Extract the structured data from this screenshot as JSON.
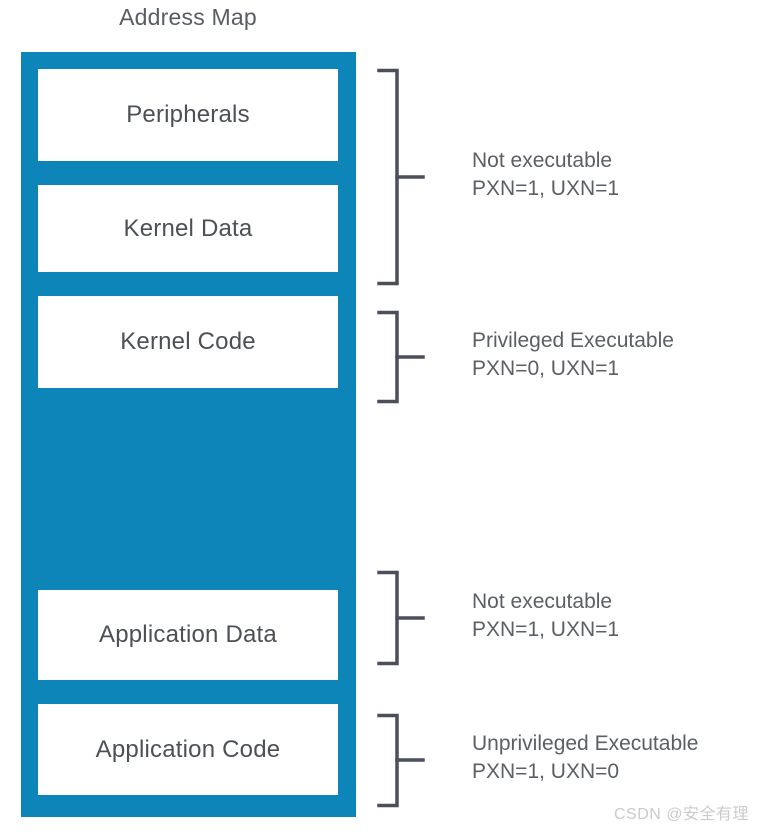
{
  "diagram": {
    "title": "Address Map",
    "colors": {
      "map_fill": "#0e85b9",
      "region_fill": "#ffffff",
      "text": "#4c5057",
      "annotation_text": "#5b5f66",
      "bracket_stroke": "#4a4f59",
      "watermark": "#c9cbcf"
    },
    "regions": [
      {
        "label": "Peripherals"
      },
      {
        "label": "Kernel Data"
      },
      {
        "label": "Kernel Code"
      },
      {
        "label": "Application Data"
      },
      {
        "label": "Application Code"
      }
    ],
    "annotations": [
      {
        "title": "Not executable",
        "flags": "PXN=1, UXN=1",
        "covers": [
          "Peripherals",
          "Kernel Data"
        ]
      },
      {
        "title": "Privileged Executable",
        "flags": "PXN=0, UXN=1",
        "covers": [
          "Kernel Code"
        ]
      },
      {
        "title": "Not executable",
        "flags": "PXN=1, UXN=1",
        "covers": [
          "Application Data"
        ]
      },
      {
        "title": "Unprivileged Executable",
        "flags": "PXN=1, UXN=0",
        "covers": [
          "Application Code"
        ]
      }
    ],
    "watermark": "CSDN @安全有理"
  }
}
